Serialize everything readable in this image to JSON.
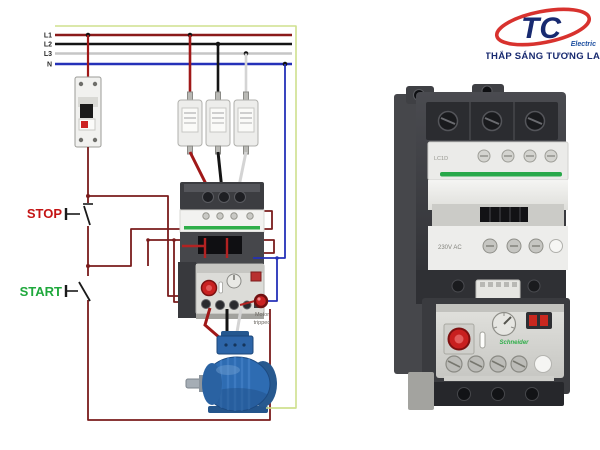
{
  "logo": {
    "monogram": "TC",
    "sub": "Electric",
    "slogan": "THẮP SÁNG TƯƠNG LAI"
  },
  "diagram": {
    "lines": {
      "l1": "L1",
      "l2": "L2",
      "l3": "L3",
      "n": "N"
    },
    "stop": "STOP",
    "start": "START",
    "indicator": {
      "line1": "Motor",
      "line2": "tripped"
    },
    "colors": {
      "l1_phase": "#8b1a1a",
      "l2_phase": "#141414",
      "l3_phase": "#c6c6c6",
      "neutral": "#2531b8",
      "earth": "#cfe08e",
      "control_wire": "#7a1c1c",
      "stop_text": "#c41414",
      "start_text": "#1fa83c",
      "motor_body": "#2e6cb2",
      "trip_lamp": "#c92222"
    }
  },
  "product": {
    "model": "LC1D",
    "coil": "230V AC",
    "brand": "Schneider",
    "colors": {
      "brand_green": "#28a84a",
      "reset_red": "#c81f1f"
    }
  }
}
